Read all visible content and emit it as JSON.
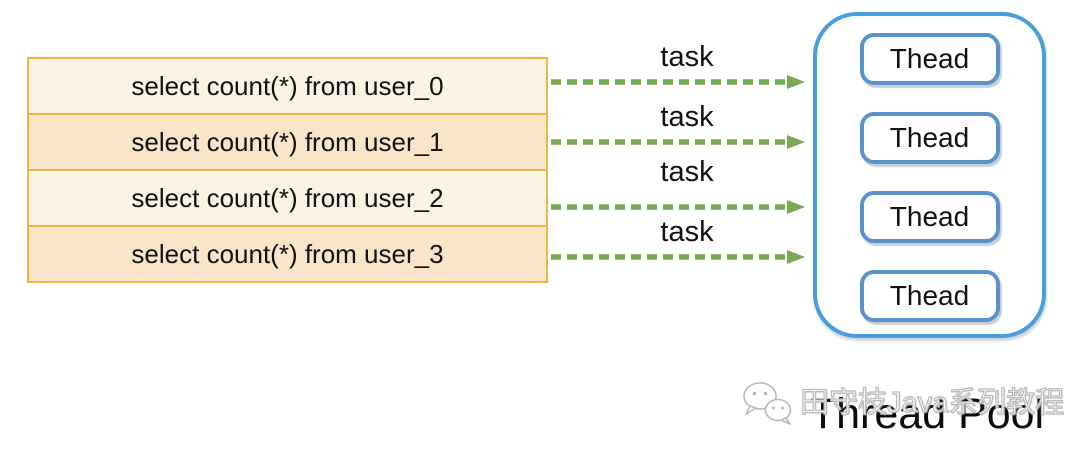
{
  "queries": {
    "items": [
      {
        "label": "select count(*) from user_0"
      },
      {
        "label": "select count(*) from user_1"
      },
      {
        "label": "select count(*) from user_2"
      },
      {
        "label": "select count(*) from user_3"
      }
    ]
  },
  "tasks": {
    "labels": [
      "task",
      "task",
      "task",
      "task"
    ]
  },
  "thread_pool": {
    "title": "Thread Pool",
    "threads": [
      {
        "label": "Thead"
      },
      {
        "label": "Thead"
      },
      {
        "label": "Thead"
      },
      {
        "label": "Thead"
      }
    ]
  },
  "watermark": {
    "text": "田守枝Java系列教程",
    "icon": "wechat-icon"
  },
  "colors": {
    "table_border": "#EFB54B",
    "row_light": "#FBF3E4",
    "row_dark": "#FAE5C9",
    "arrow_green": "#76AC4F",
    "pool_border": "#47A0DB",
    "thread_border": "#5B92C9",
    "text": "#111111",
    "watermark_gray": "#B9B9B9"
  }
}
